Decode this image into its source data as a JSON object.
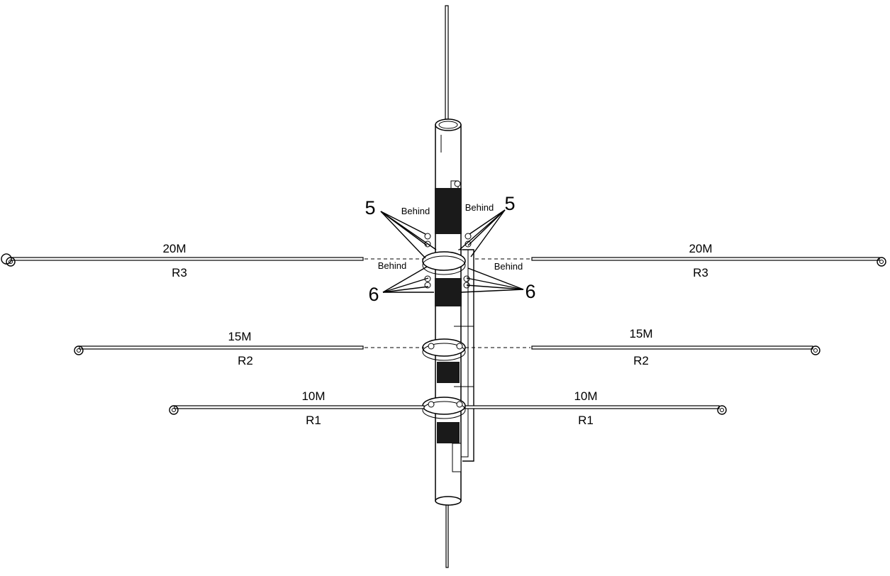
{
  "labels": {
    "band_20m": "20M",
    "band_15m": "15M",
    "band_10m": "10M",
    "radial_r3": "R3",
    "radial_r2": "R2",
    "radial_r1": "R1",
    "behind": "Behind",
    "part_5": "5",
    "part_6": "6"
  },
  "colors": {
    "line": "#000000",
    "fill": "#ffffff",
    "dark": "#1a1a1a"
  }
}
